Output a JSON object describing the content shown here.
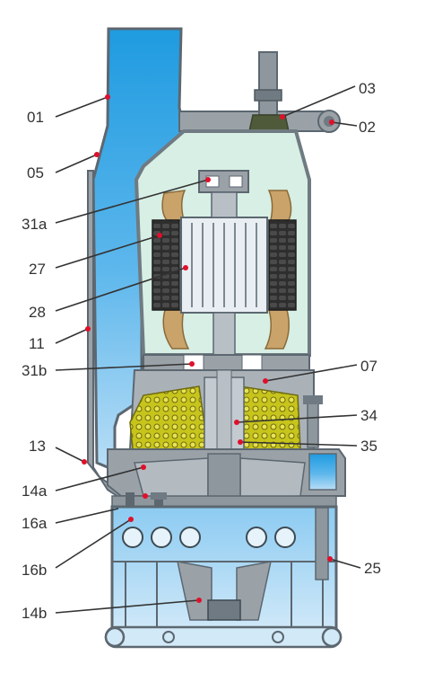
{
  "diagram": {
    "labels": [
      {
        "id": "01"
      },
      {
        "id": "02"
      },
      {
        "id": "03"
      },
      {
        "id": "05"
      },
      {
        "id": "31a"
      },
      {
        "id": "27"
      },
      {
        "id": "28"
      },
      {
        "id": "11"
      },
      {
        "id": "31b"
      },
      {
        "id": "07"
      },
      {
        "id": "34"
      },
      {
        "id": "13"
      },
      {
        "id": "35"
      },
      {
        "id": "14a"
      },
      {
        "id": "16a"
      },
      {
        "id": "16b"
      },
      {
        "id": "25"
      },
      {
        "id": "14b"
      }
    ],
    "colors": {
      "water_top": "#1f9be0",
      "water_bottom": "#b8ddf6",
      "casing": "#9aa2a8",
      "casing_dark": "#6f7a82",
      "interior": "#d7efe4",
      "rotor": "#e9eef2",
      "stator": "#3a3a3a",
      "winding": "#c9a36a",
      "seal_fill": "#c7c41c",
      "marker": "#e0102a"
    }
  }
}
